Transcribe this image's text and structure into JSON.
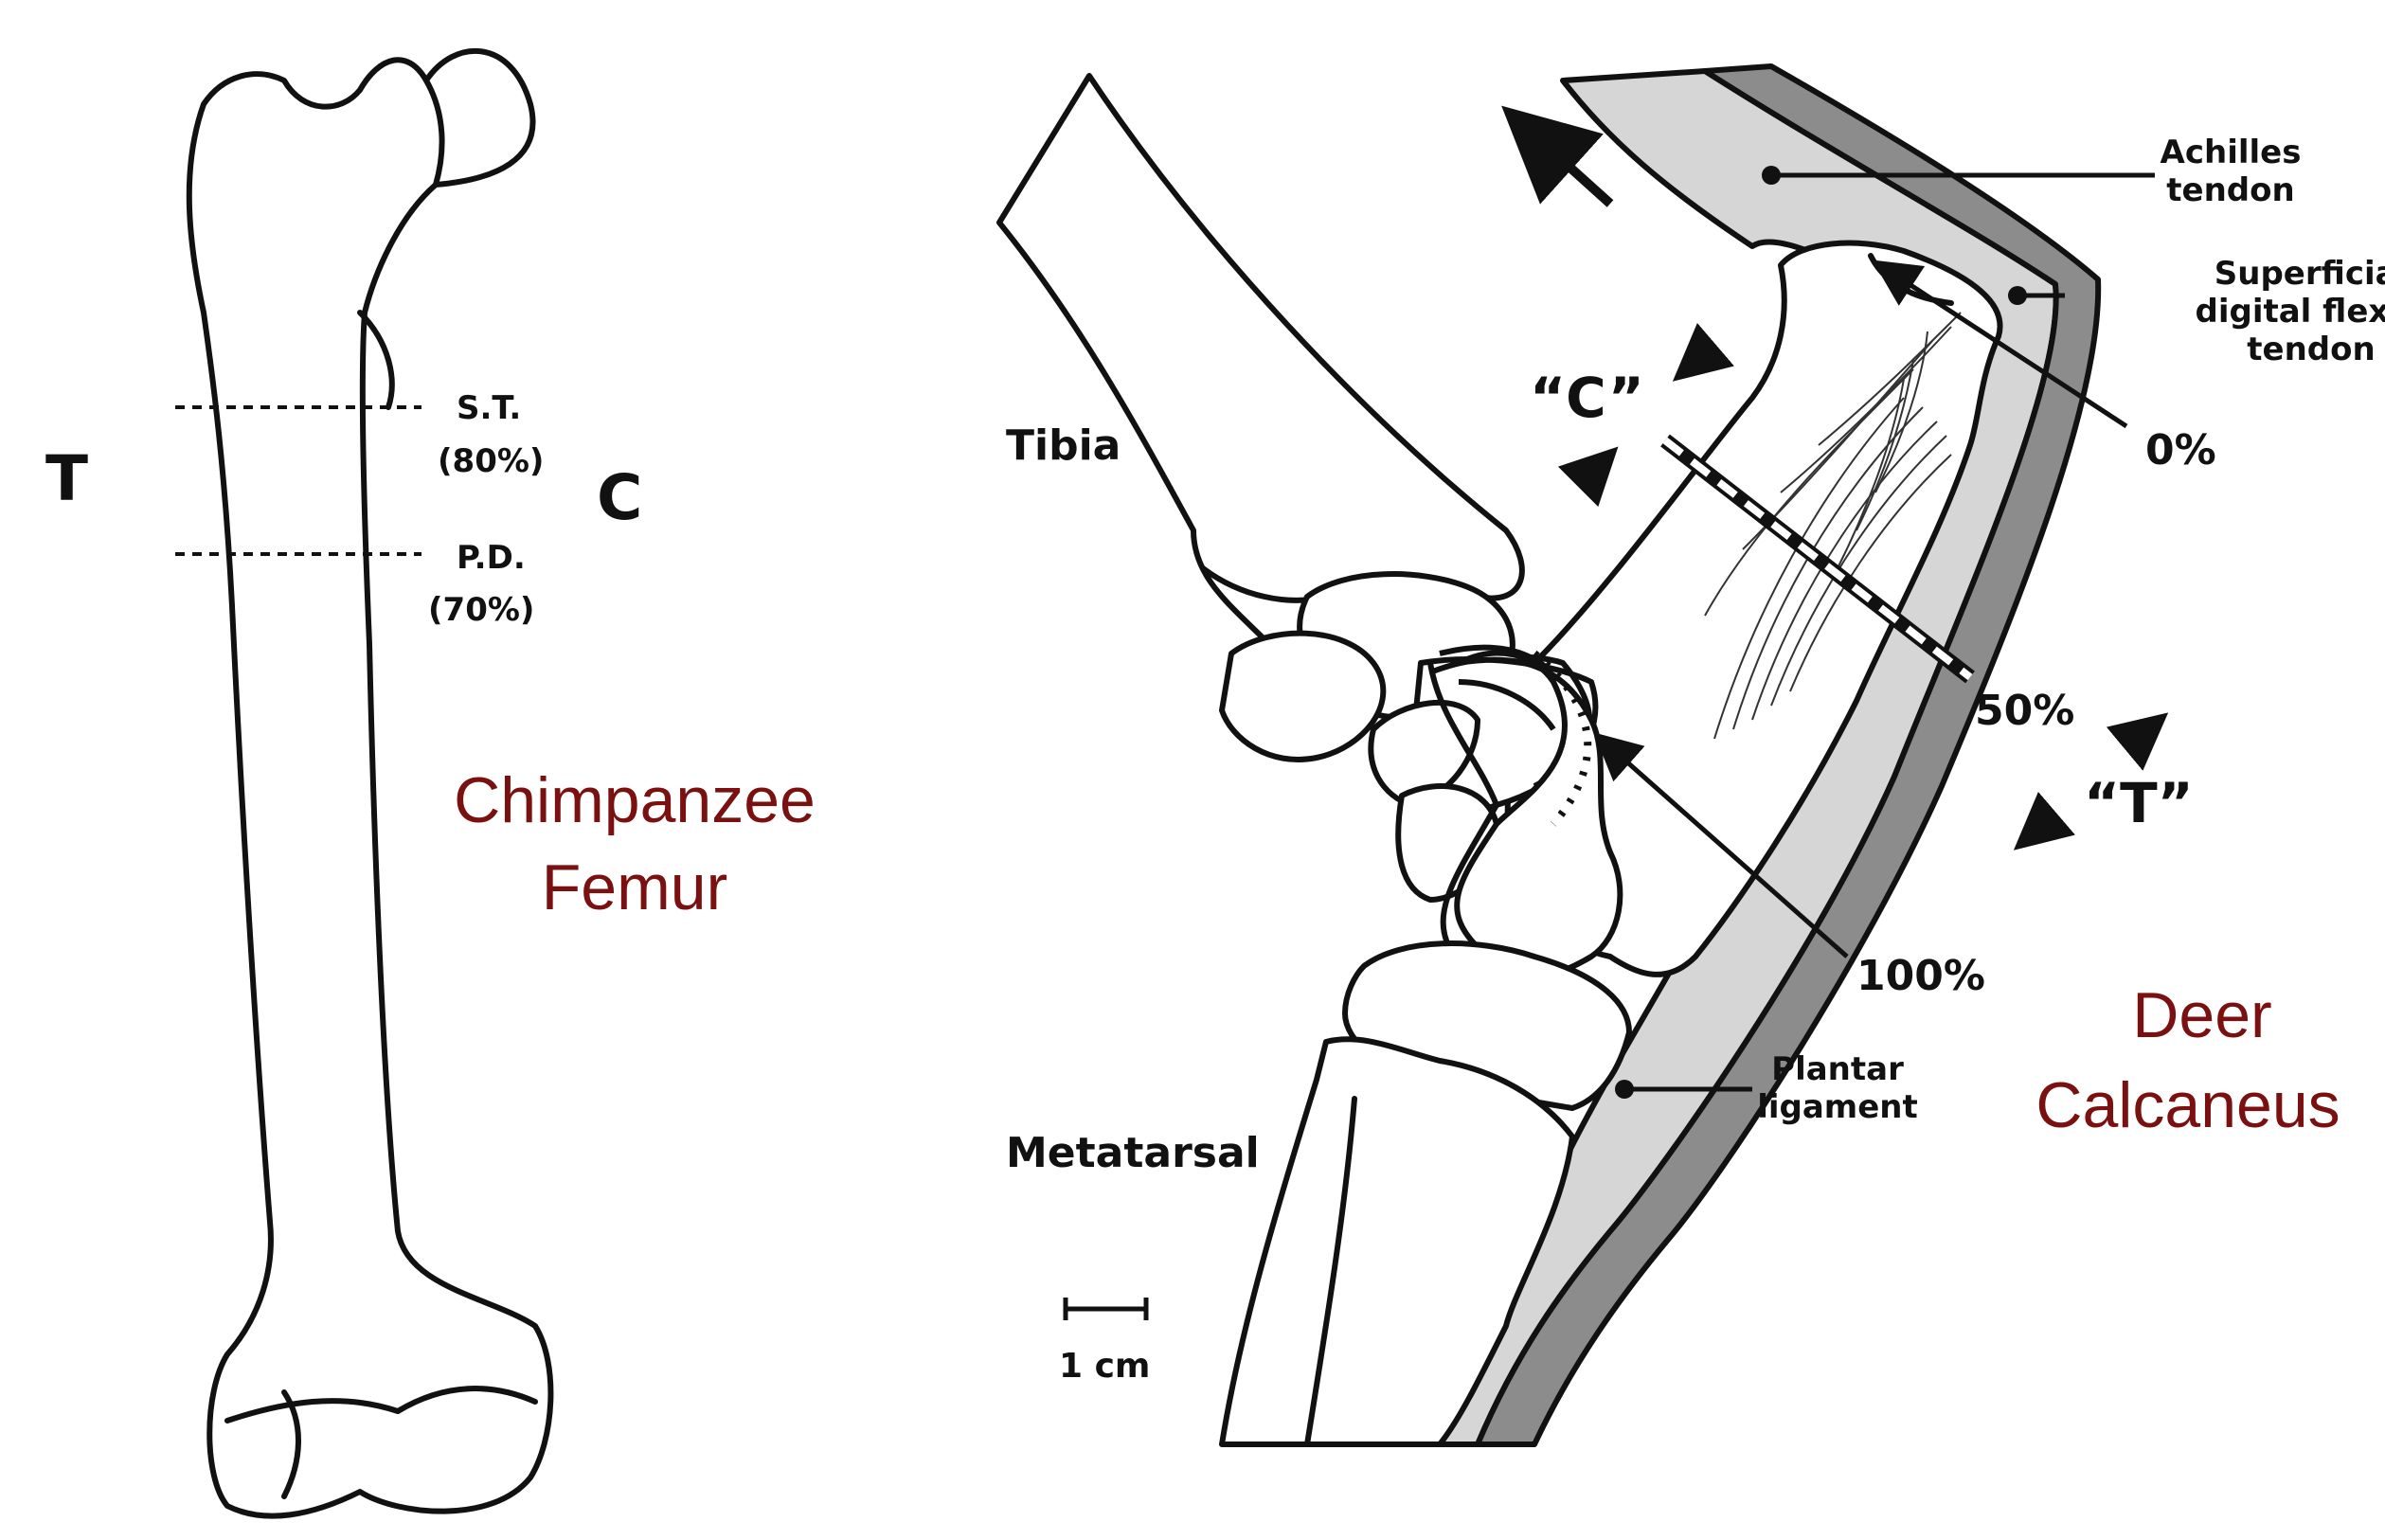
{
  "colors": {
    "ink": "#111111",
    "caption": "#7a1010",
    "tendon_light": "#d6d6d6",
    "tendon_dark": "#8c8c8c"
  },
  "femur": {
    "label_T": "T",
    "label_C": "C",
    "section_st": "S.T.",
    "section_st_pct": "(80%)",
    "section_pd": "P.D.",
    "section_pd_pct": "(70%)",
    "caption_line1": "Chimpanzee",
    "caption_line2": "Femur"
  },
  "calcaneus": {
    "achilles_line1": "Achilles",
    "achilles_line2": "tendon",
    "sdf_line1": "Superficial",
    "sdf_line2": "digital flexor",
    "sdf_line3": "tendon",
    "tibia": "Tibia",
    "metatarsal": "Metatarsal",
    "plantar_line1": "Plantar",
    "plantar_line2": "ligament",
    "pct_0": "0%",
    "pct_50": "50%",
    "pct_100": "100%",
    "cortex_C": "“C”",
    "cortex_T": "“T”",
    "scale": "1 cm",
    "caption_line1": "Deer",
    "caption_line2": "Calcaneus"
  }
}
